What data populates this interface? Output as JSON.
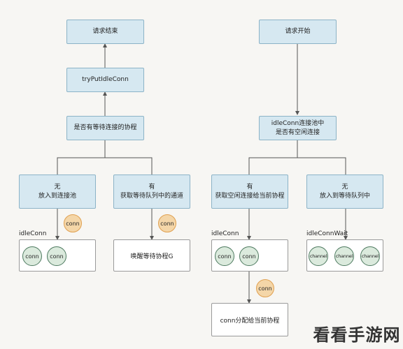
{
  "left": {
    "end_node": "请求结束",
    "tryput_node": "tryPutIdleConn",
    "check_wait_node": "是否有等待连接的协程",
    "no_box": {
      "line1": "无",
      "line2": "放入到连接池"
    },
    "yes_box": {
      "line1": "有",
      "line2": "获取等待队列中的通道"
    },
    "idle_label": "idleConn",
    "pool_conns": [
      "conn",
      "conn"
    ],
    "orange_conn_a": "conn",
    "orange_conn_b": "conn",
    "wake_box": "唤醒等待协程G"
  },
  "right": {
    "start_node": "请求开始",
    "check_idle_node": {
      "line1": "idleConn连接池中",
      "line2": "是否有空闲连接"
    },
    "yes_box": {
      "line1": "有",
      "line2": "获取空闲连接给当前协程"
    },
    "no_box": {
      "line1": "无",
      "line2": "放入到等待队列中"
    },
    "idle_label": "idleConn",
    "pool_conns": [
      "conn",
      "conn"
    ],
    "wait_label": "idleConnWait",
    "wait_channels": [
      "channel",
      "channel",
      "channel"
    ],
    "orange_conn": "conn",
    "assign_box": "conn分配给当前协程"
  },
  "watermark": "看看手游网",
  "colors": {
    "node_fill": "#d6e8f1",
    "node_border": "#8cb3c7",
    "conn_orange_fill": "#f4d6a8",
    "conn_orange_border": "#e0a050",
    "conn_green_fill": "#dbeadd",
    "conn_green_border": "#4e7a60",
    "line": "#555555"
  }
}
